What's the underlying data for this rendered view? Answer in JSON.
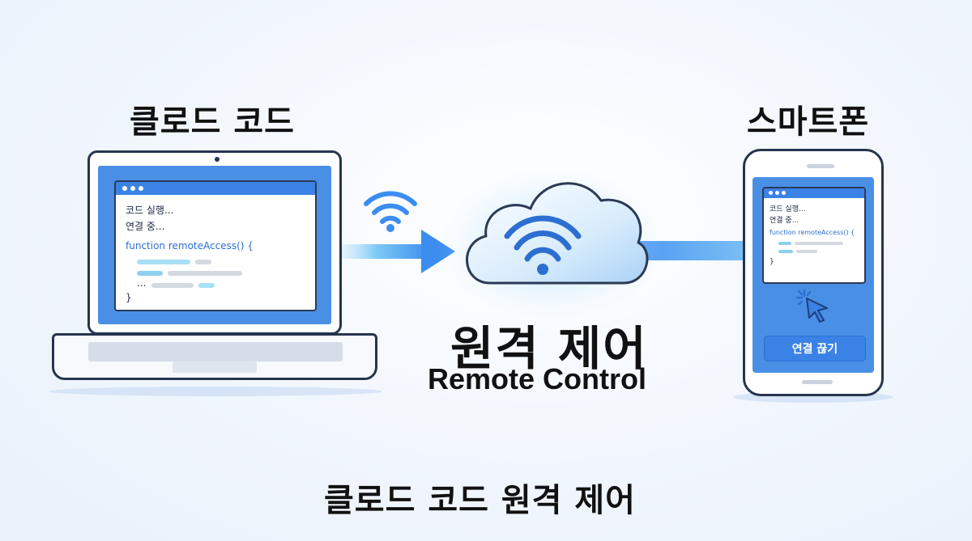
{
  "labels": {
    "laptop_title": "클로드 코드",
    "phone_title": "스마트폰",
    "center_title": "원격 제어",
    "center_subtitle": "Remote Control",
    "bottom_title": "클로드 코드 원격 제어"
  },
  "laptop_window": {
    "line1": "코드 실행...",
    "line2": "연결 중...",
    "line3": "function remoteAccess() {",
    "line4": "...",
    "line5": "}"
  },
  "phone_window": {
    "line1": "코드 실행...",
    "line2": "연결 중...",
    "line3": "function remoteAccess() {",
    "line4": "}",
    "button_label": "연결 끊기"
  },
  "icons": [
    "laptop-icon",
    "smartphone-icon",
    "cloud-wifi-icon",
    "wifi-icon",
    "arrow-right-icon",
    "cursor-click-icon"
  ],
  "colors": {
    "accent": "#3b82e6",
    "screen": "#4a8fe6",
    "outline": "#26344e",
    "text": "#111111"
  }
}
